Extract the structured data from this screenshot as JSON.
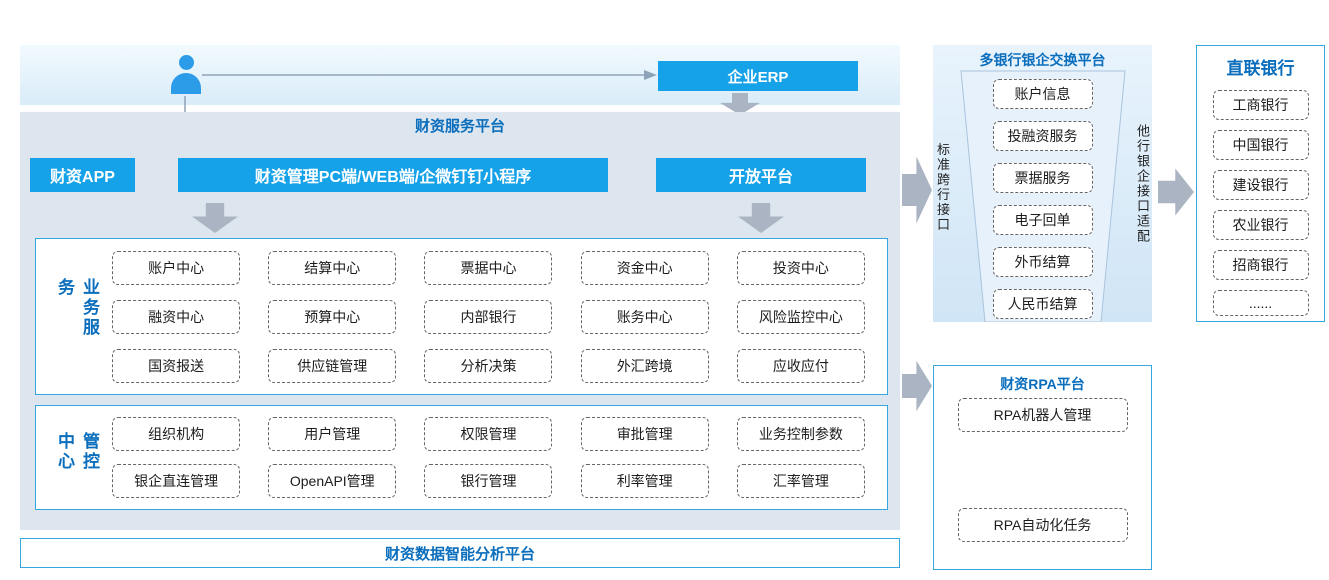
{
  "colors": {
    "accent_blue": "#16a2e9",
    "heading_blue": "#0a6ebd",
    "panel_bg": "#dde5ee",
    "arrow_gray": "#aab4c2"
  },
  "top": {
    "erp": "企业ERP",
    "platform_title": "财资服务平台"
  },
  "entries": {
    "app": "财资APP",
    "pc": "财资管理PC端/WEB端/企微钉钉小程序",
    "open": "开放平台"
  },
  "business": {
    "label": "业务服务",
    "rows": [
      [
        "账户中心",
        "结算中心",
        "票据中心",
        "资金中心",
        "投资中心"
      ],
      [
        "融资中心",
        "预算中心",
        "内部银行",
        "账务中心",
        "风险监控中心"
      ],
      [
        "国资报送",
        "供应链管理",
        "分析决策",
        "外汇跨境",
        "应收应付"
      ]
    ]
  },
  "control": {
    "label": "管控中心",
    "rows": [
      [
        "组织机构",
        "用户管理",
        "权限管理",
        "审批管理",
        "业务控制参数"
      ],
      [
        "银企直连管理",
        "OpenAPI管理",
        "银行管理",
        "利率管理",
        "汇率管理"
      ]
    ]
  },
  "bottom_bar": "财资数据智能分析平台",
  "exchange": {
    "title": "多银行银企交换平台",
    "left_label": "标准跨行接口",
    "right_label": "他行银企接口适配",
    "items": [
      "账户信息",
      "投融资服务",
      "票据服务",
      "电子回单",
      "外币结算",
      "人民币结算"
    ]
  },
  "banks": {
    "title": "直联银行",
    "items": [
      "工商银行",
      "中国银行",
      "建设银行",
      "农业银行",
      "招商银行",
      "......"
    ]
  },
  "rpa": {
    "title": "财资RPA平台",
    "robot": "RPA机器人管理",
    "task": "RPA自动化任务"
  }
}
